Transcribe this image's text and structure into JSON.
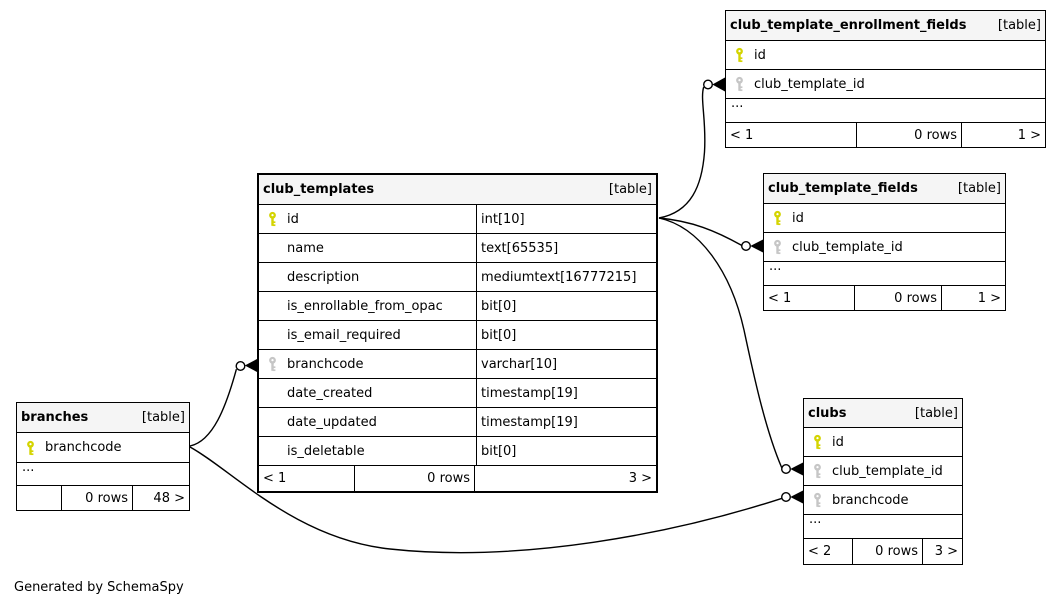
{
  "note": "Generated by SchemaSpy",
  "colors": {
    "primary_key": "#d4d400",
    "foreign_key": "#c6c6c6",
    "header_bg": "#f5f5f5",
    "border": "#000000",
    "edge": "#000000"
  },
  "tables": [
    {
      "name": "club_templates",
      "tag": "[table]",
      "columns": [
        {
          "key": "primary",
          "name": "id",
          "type": "int[10]"
        },
        {
          "key": null,
          "name": "name",
          "type": "text[65535]"
        },
        {
          "key": null,
          "name": "description",
          "type": "mediumtext[16777215]"
        },
        {
          "key": null,
          "name": "is_enrollable_from_opac",
          "type": "bit[0]"
        },
        {
          "key": null,
          "name": "is_email_required",
          "type": "bit[0]"
        },
        {
          "key": "foreign",
          "name": "branchcode",
          "type": "varchar[10]"
        },
        {
          "key": null,
          "name": "date_created",
          "type": "timestamp[19]"
        },
        {
          "key": null,
          "name": "date_updated",
          "type": "timestamp[19]"
        },
        {
          "key": null,
          "name": "is_deletable",
          "type": "bit[0]"
        }
      ],
      "ellipsis": null,
      "footer": {
        "parents": "< 1",
        "rows": "0 rows",
        "children": "3 >"
      }
    },
    {
      "name": "club_template_enrollment_fields",
      "tag": "[table]",
      "columns": [
        {
          "key": "primary",
          "name": "id"
        },
        {
          "key": "foreign",
          "name": "club_template_id"
        }
      ],
      "ellipsis": "...",
      "footer": {
        "parents": "< 1",
        "rows": "0 rows",
        "children": "1 >"
      }
    },
    {
      "name": "club_template_fields",
      "tag": "[table]",
      "columns": [
        {
          "key": "primary",
          "name": "id"
        },
        {
          "key": "foreign",
          "name": "club_template_id"
        }
      ],
      "ellipsis": "...",
      "footer": {
        "parents": "< 1",
        "rows": "0 rows",
        "children": "1 >"
      }
    },
    {
      "name": "clubs",
      "tag": "[table]",
      "columns": [
        {
          "key": "primary",
          "name": "id"
        },
        {
          "key": "foreign",
          "name": "club_template_id"
        },
        {
          "key": "foreign",
          "name": "branchcode"
        }
      ],
      "ellipsis": "...",
      "footer": {
        "parents": "< 2",
        "rows": "0 rows",
        "children": "3 >"
      }
    },
    {
      "name": "branches",
      "tag": "[table]",
      "columns": [
        {
          "key": "primary",
          "name": "branchcode"
        }
      ],
      "ellipsis": "...",
      "footer": {
        "parents": "",
        "rows": "0 rows",
        "children": "48 >"
      }
    }
  ],
  "relationships": [
    {
      "from": "club_templates.id",
      "to": "club_template_enrollment_fields.club_template_id"
    },
    {
      "from": "club_templates.id",
      "to": "club_template_fields.club_template_id"
    },
    {
      "from": "club_templates.id",
      "to": "clubs.club_template_id"
    },
    {
      "from": "branches.branchcode",
      "to": "club_templates.branchcode"
    },
    {
      "from": "branches.branchcode",
      "to": "clubs.branchcode"
    }
  ]
}
